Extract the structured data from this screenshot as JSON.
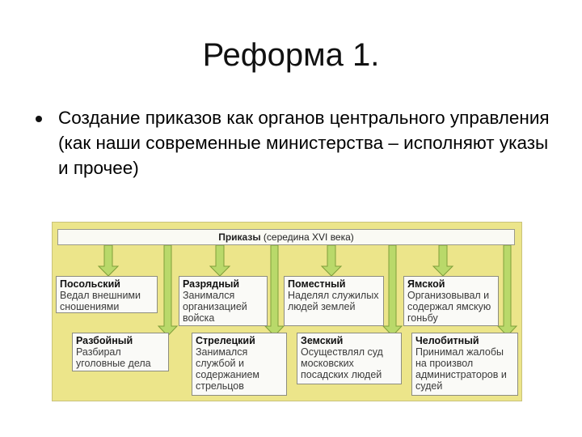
{
  "slide": {
    "title": "Реформа 1.",
    "bullet": "Создание приказов как органов центрального управления (как наши современные министерства – исполняют указы и прочее)"
  },
  "diagram": {
    "header_bold": "Приказы",
    "header_rest": "(середина XVI века)",
    "colors": {
      "background": "#ece58a",
      "arrow_fill": "#b9d96a",
      "arrow_stroke": "#7f9e3a",
      "box": "#fafaf7"
    },
    "top_row": [
      {
        "title": "Посольский",
        "desc": "Ведал внешними сношениями"
      },
      {
        "title": "Разрядный",
        "desc": "Занимался организацией войска"
      },
      {
        "title": "Поместный",
        "desc": "Наделял служилых людей землей"
      },
      {
        "title": "Ямской",
        "desc": "Организовывал и содержал ямскую гоньбу"
      }
    ],
    "bottom_row": [
      {
        "title": "Разбойный",
        "desc": "Разбирал уголовные дела"
      },
      {
        "title": "Стрелецкий",
        "desc": "Занимался службой и содержанием стрельцов"
      },
      {
        "title": "Земский",
        "desc": "Осуществлял суд московских посадских людей"
      },
      {
        "title": "Челобитный",
        "desc": "Принимал жалобы на произвол администраторов и судей"
      }
    ]
  }
}
